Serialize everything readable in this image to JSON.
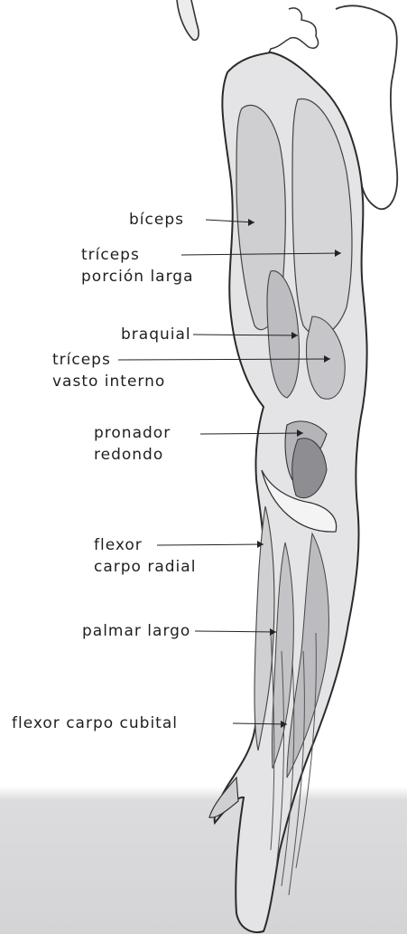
{
  "labels": {
    "biceps": "bíceps",
    "triceps_porcion_1": "tríceps",
    "triceps_porcion_2": "porción larga",
    "braquial": "braquial",
    "triceps_vasto_1": "tríceps",
    "triceps_vasto_2": "vasto interno",
    "pronador_1": "pronador",
    "pronador_2": "redondo",
    "flexor_radial_1": "flexor",
    "flexor_radial_2": "carpo radial",
    "palmar_largo": "palmar largo",
    "flexor_cubital": "flexor carpo cubital"
  }
}
